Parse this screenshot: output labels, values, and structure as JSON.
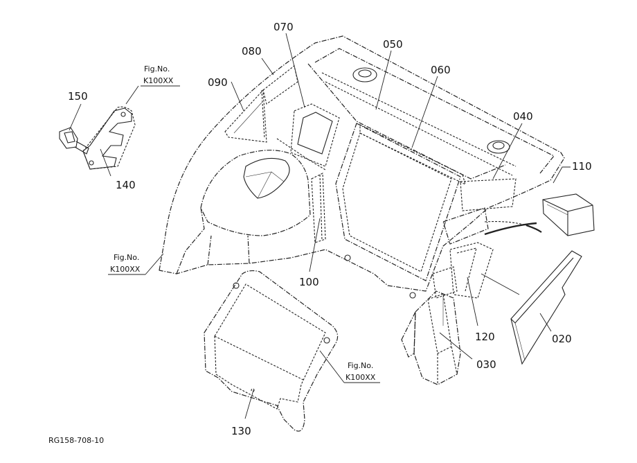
{
  "figure": {
    "drawing_code": "RG158-708-10",
    "fig_ref_label": "Fig.No.",
    "fig_ref_value": "K100XX",
    "callouts": {
      "p020": "020",
      "p030": "030",
      "p040": "040",
      "p050": "050",
      "p060": "060",
      "p070": "070",
      "p080": "080",
      "p090": "090",
      "p100": "100",
      "p110": "110",
      "p120": "120",
      "p130": "130",
      "p140": "140",
      "p150": "150"
    }
  }
}
